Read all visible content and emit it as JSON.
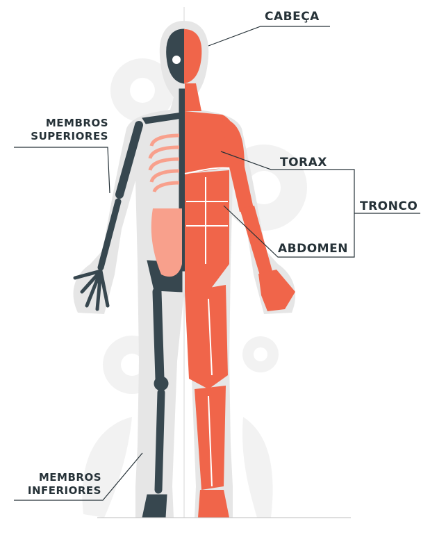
{
  "labels": {
    "cabeca": "CABEÇA",
    "membros_superiores_line1": "MEMBROS",
    "membros_superiores_line2": "SUPERIORES",
    "torax": "TORAX",
    "tronco": "TRONCO",
    "abdomen": "ABDOMEN",
    "membros_inferiores_line1": "MEMBROS",
    "membros_inferiores_line2": "INFERIORES"
  },
  "colors": {
    "skeleton": "#37474F",
    "muscle": "#F0654A",
    "muscle_dark": "#D94A32",
    "organ": "#F8A08C",
    "outline": "#E0E0E0",
    "background_decor": "#F2F2F2",
    "leader_line": "#263238"
  }
}
